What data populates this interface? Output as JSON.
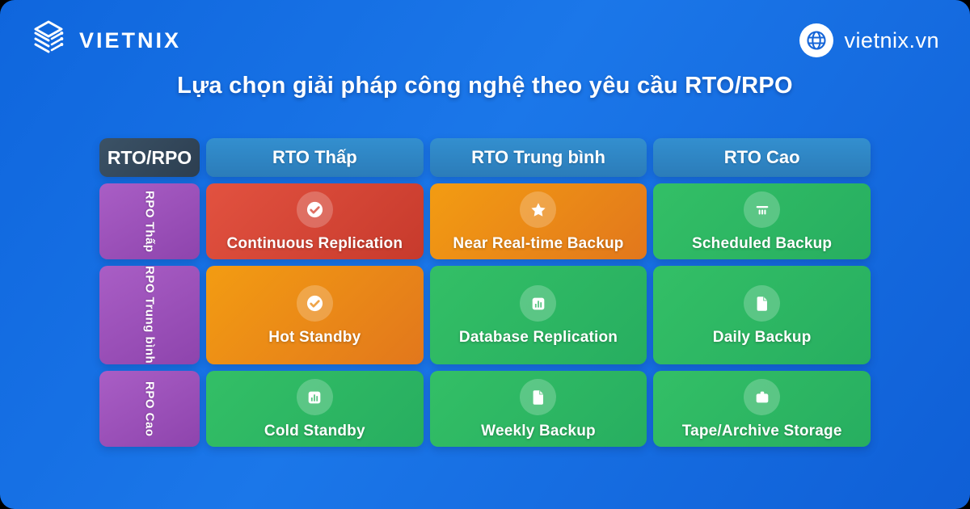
{
  "brand": {
    "logo_text": "VIETNIX",
    "website": "vietnix.vn"
  },
  "title": "Lựa chọn giải pháp công nghệ theo yêu cầu RTO/RPO",
  "matrix": {
    "corner_label": "RTO/RPO",
    "column_headers": [
      "RTO Thấp",
      "RTO Trung bình",
      "RTO Cao"
    ],
    "row_headers": [
      "RPO Thấp",
      "RPO Trung bình",
      "RPO Cao"
    ],
    "cells": [
      {
        "label": "Continuous Replication",
        "icon": "check-circle-icon",
        "color": "red"
      },
      {
        "label": "Near Real-time Backup",
        "icon": "star-icon",
        "color": "orange"
      },
      {
        "label": "Scheduled Backup",
        "icon": "calendar-icon",
        "color": "green"
      },
      {
        "label": "Hot Standby",
        "icon": "check-circle-icon",
        "color": "orange"
      },
      {
        "label": "Database Replication",
        "icon": "bar-chart-icon",
        "color": "green"
      },
      {
        "label": "Daily Backup",
        "icon": "document-icon",
        "color": "green"
      },
      {
        "label": "Cold Standby",
        "icon": "bar-chart-icon",
        "color": "green"
      },
      {
        "label": "Weekly Backup",
        "icon": "document-icon",
        "color": "green"
      },
      {
        "label": "Tape/Archive Storage",
        "icon": "briefcase-icon",
        "color": "green"
      }
    ],
    "colors": {
      "background_blue": "#1470e4",
      "header_blue": "#2e86c4",
      "corner_dark": "#2c3e50",
      "row_purple": "#8e44ad",
      "cell_red": "#c0392b",
      "cell_orange": "#e67e22",
      "cell_green": "#27ae60",
      "text": "#ffffff"
    }
  }
}
